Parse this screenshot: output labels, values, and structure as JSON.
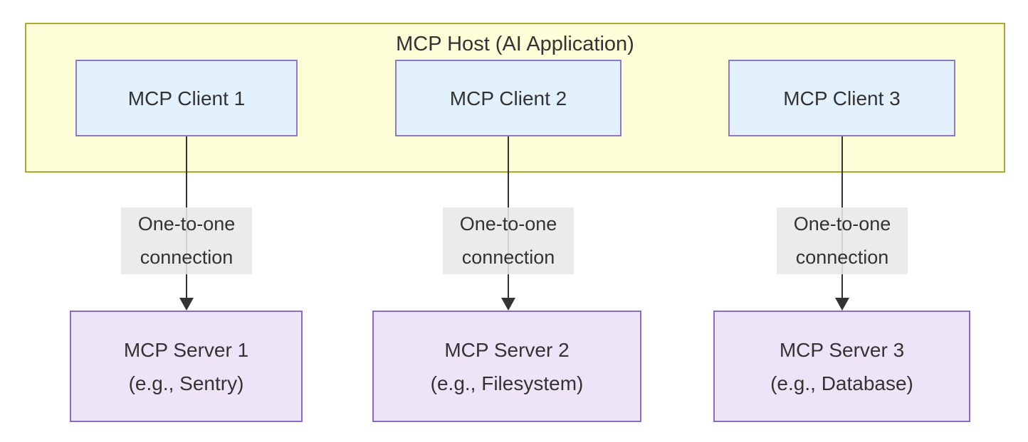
{
  "diagram": {
    "type": "flowchart",
    "host": {
      "title": "MCP Host (AI Application)"
    },
    "clients": [
      {
        "label": "MCP Client 1"
      },
      {
        "label": "MCP Client 2"
      },
      {
        "label": "MCP Client 3"
      }
    ],
    "edges": [
      {
        "from": "MCP Client 1",
        "to": "MCP Server 1",
        "label": [
          "One-to-one",
          "connection"
        ]
      },
      {
        "from": "MCP Client 2",
        "to": "MCP Server 2",
        "label": [
          "One-to-one",
          "connection"
        ]
      },
      {
        "from": "MCP Client 3",
        "to": "MCP Server 3",
        "label": [
          "One-to-one",
          "connection"
        ]
      }
    ],
    "servers": [
      {
        "name": "MCP Server 1",
        "example": "(e.g., Sentry)"
      },
      {
        "name": "MCP Server 2",
        "example": "(e.g., Filesystem)"
      },
      {
        "name": "MCP Server 3",
        "example": "(e.g., Database)"
      }
    ],
    "colors": {
      "host_fill": "#fdfdd8",
      "host_border": "#aaaa33",
      "client_fill": "#e3f1fc",
      "client_border": "#8c7ac4",
      "server_fill": "#ede4f8",
      "server_border": "#8a6cc4",
      "edge": "#333333",
      "edge_label_bg": "rgba(232,232,232,0.88)",
      "text": "#333333"
    }
  }
}
